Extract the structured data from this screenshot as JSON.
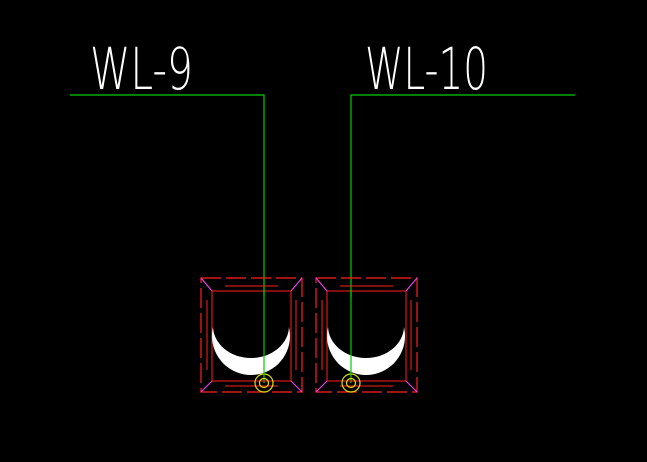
{
  "drawing": {
    "background_color": "#000000",
    "leader_color": "#00d000",
    "frame_color": "#ff2020",
    "accent_color": "#ff40ff",
    "fill_color": "#ffffff",
    "ring_color": "#e0e000",
    "text_color": "#ffffff"
  },
  "labels": [
    {
      "id": "wl-9",
      "text": "WL-9"
    },
    {
      "id": "wl-10",
      "text": "WL-10"
    }
  ]
}
